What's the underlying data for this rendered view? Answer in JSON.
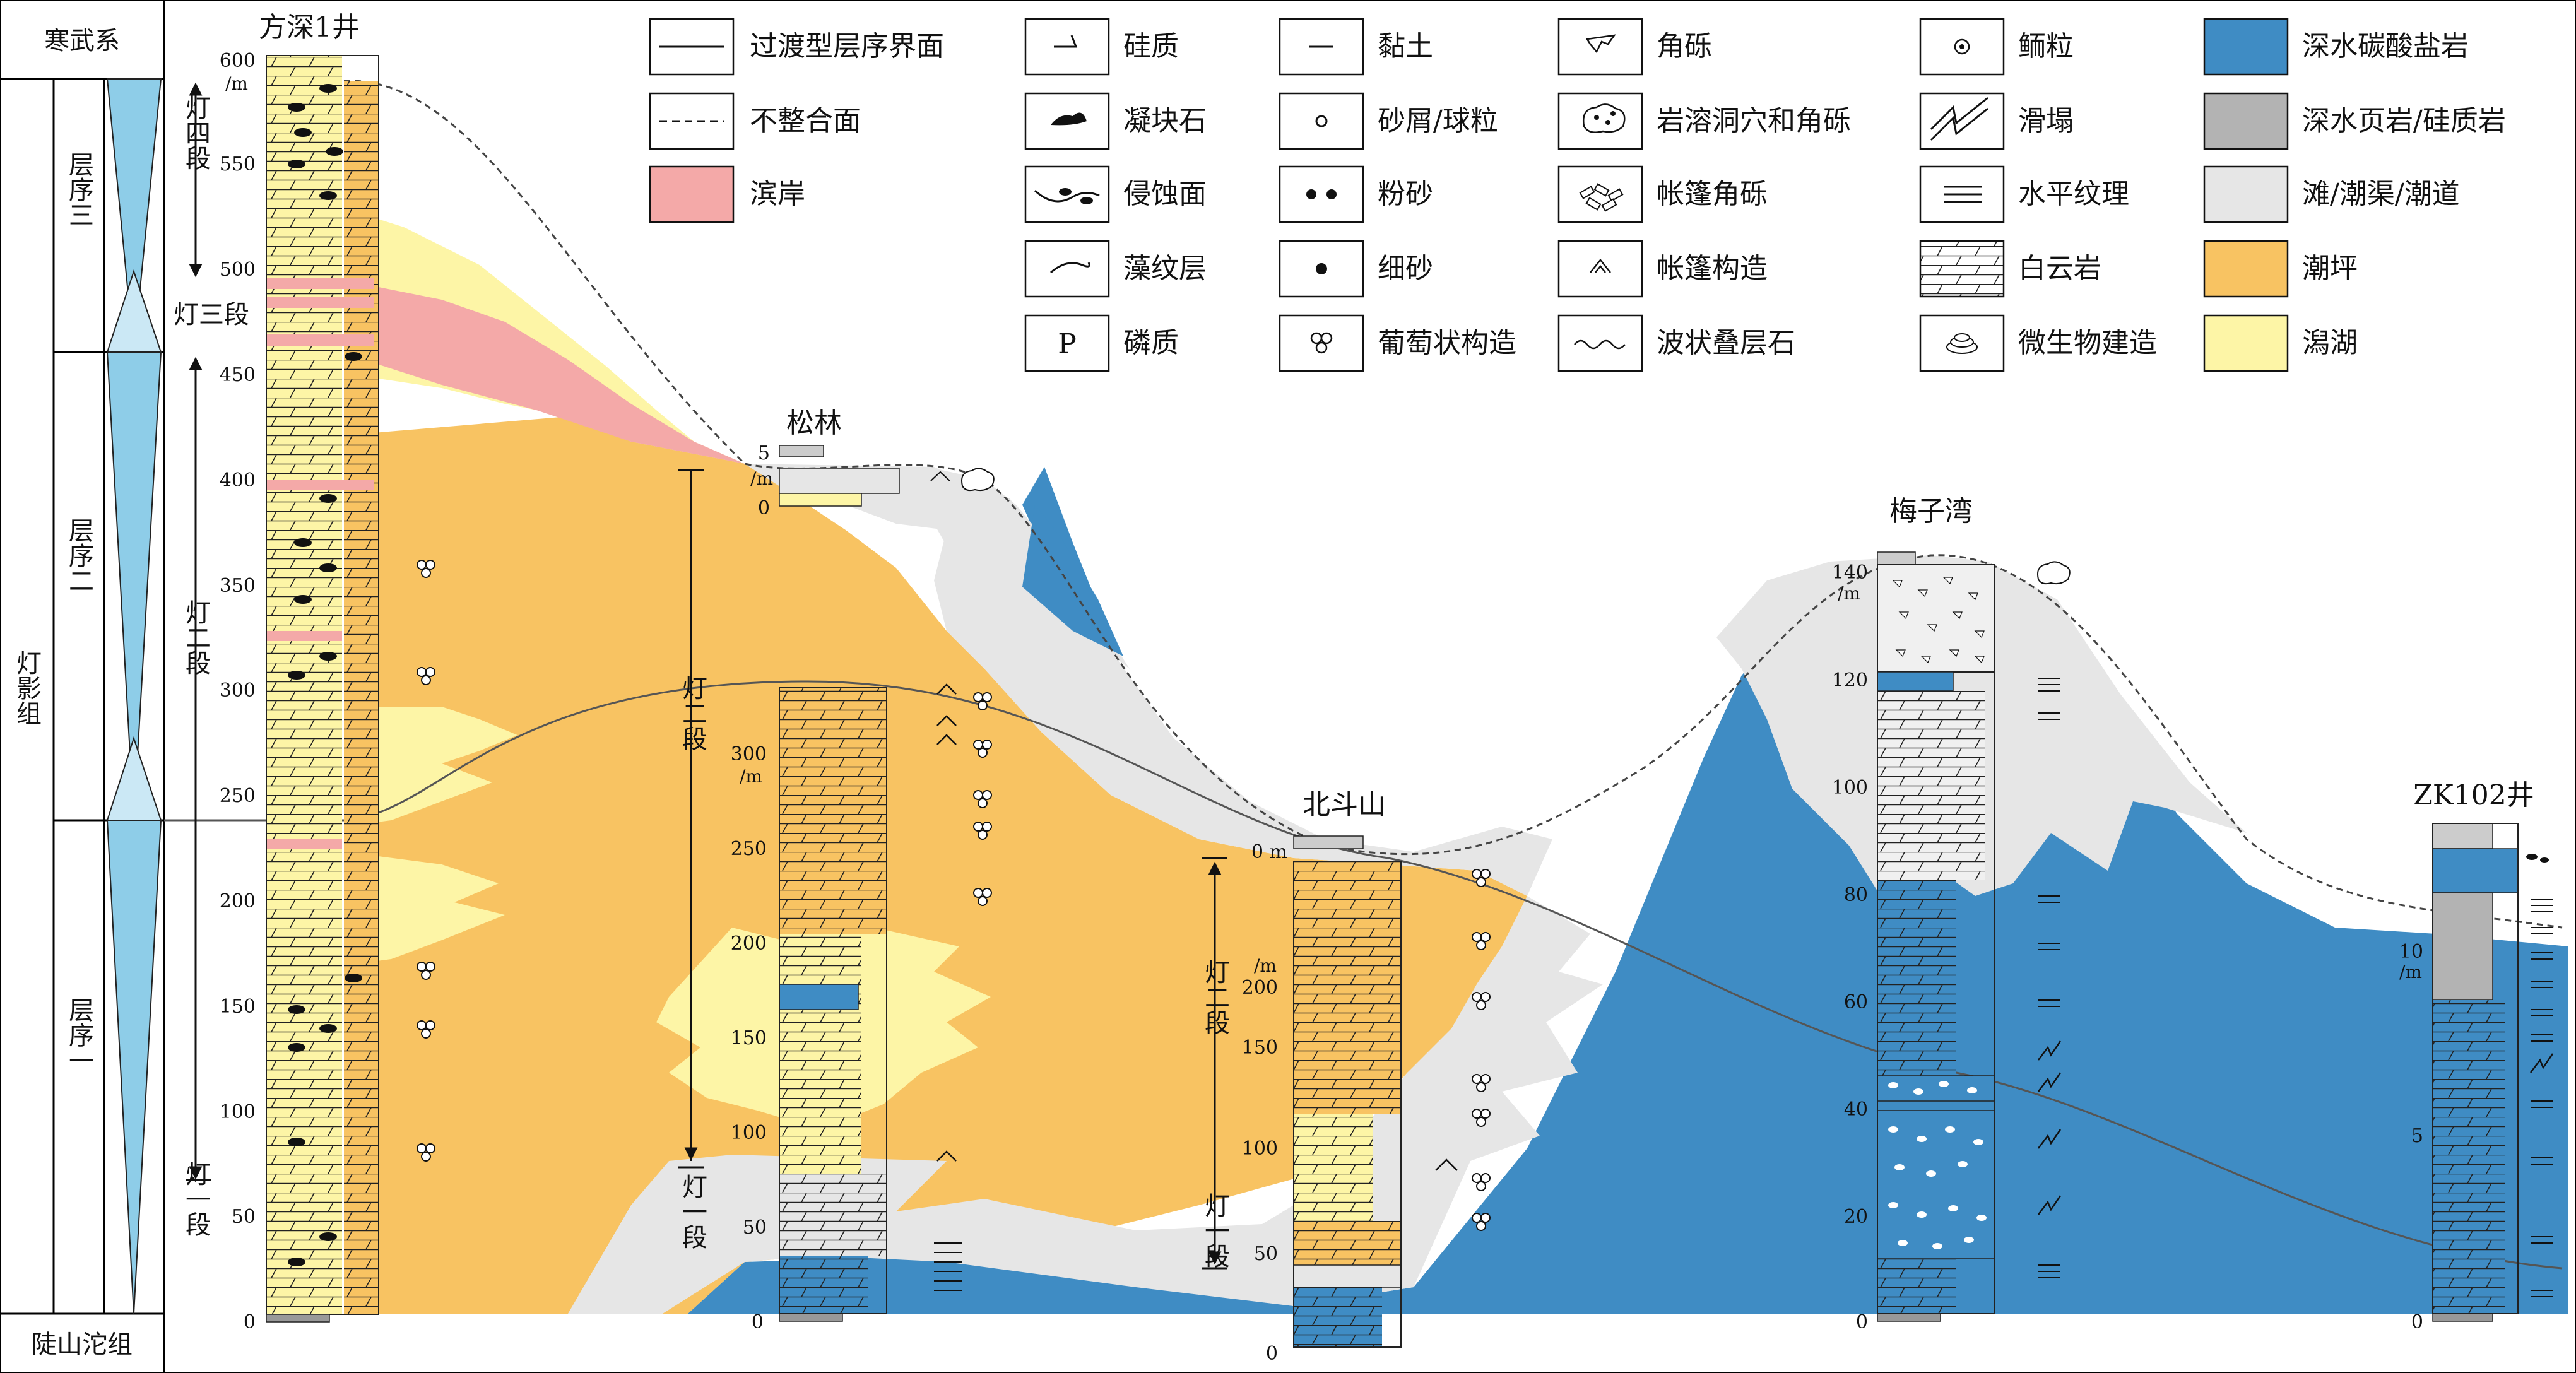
{
  "left_column": {
    "top_unit": "寒武系",
    "bottom_unit": "陡山沱组",
    "formation": "灯影组",
    "sequences": [
      {
        "id": "s3",
        "label": "层序三"
      },
      {
        "id": "s2",
        "label": "层序二"
      },
      {
        "id": "s1",
        "label": "层序一"
      }
    ]
  },
  "sections": {
    "fangshen": {
      "name": "方深1井",
      "unit": "/m",
      "ticks": [
        "600",
        "550",
        "500",
        "450",
        "400",
        "350",
        "300",
        "250",
        "200",
        "150",
        "100",
        "50",
        "0"
      ]
    },
    "songlin": {
      "name": "松林",
      "unit": "/m",
      "top_tick": "5",
      "bottom_tick": "0",
      "ticks": [
        "300",
        "250",
        "200",
        "150",
        "100",
        "50"
      ],
      "bottom_zero": "0"
    },
    "beidoushan": {
      "name": "北斗山",
      "top_label": "0 m",
      "unit": "/m",
      "ticks": [
        "200",
        "150",
        "100",
        "50"
      ],
      "bottom_zero": "0"
    },
    "meiziwan": {
      "name": "梅子湾",
      "unit": "/m",
      "ticks": [
        "140",
        "120",
        "100",
        "80",
        "60",
        "40",
        "20",
        "0"
      ]
    },
    "zk102": {
      "name": "ZK102井",
      "unit": "/m",
      "ticks": [
        "10",
        "5",
        "0"
      ]
    }
  },
  "member_labels": {
    "deng4": "灯四段",
    "deng3": "灯三段",
    "deng2": "灯二段",
    "deng1": "灯一段"
  },
  "legend": {
    "col1": [
      {
        "icon": "solid-line",
        "label": "过渡型层序界面"
      },
      {
        "icon": "dashed-line",
        "label": "不整合面"
      },
      {
        "icon": "pink-swatch",
        "label": "滨岸"
      }
    ],
    "col2": [
      {
        "icon": "siliceous",
        "label": "硅质"
      },
      {
        "icon": "thrombolite",
        "label": "凝块石"
      },
      {
        "icon": "erosion-surface",
        "label": "侵蚀面"
      },
      {
        "icon": "algal-lamination",
        "label": "藻纹层"
      },
      {
        "icon": "phosphatic",
        "label": "磷质",
        "glyph": "P"
      }
    ],
    "col3": [
      {
        "icon": "clay",
        "label": "黏土"
      },
      {
        "icon": "intraclast-pellet",
        "label": "砂屑/球粒"
      },
      {
        "icon": "silt",
        "label": "粉砂"
      },
      {
        "icon": "fine-sand",
        "label": "细砂"
      },
      {
        "icon": "botryoidal",
        "label": "葡萄状构造"
      }
    ],
    "col4": [
      {
        "icon": "breccia",
        "label": "角砾"
      },
      {
        "icon": "karst-cave-breccia",
        "label": "岩溶洞穴和角砾"
      },
      {
        "icon": "tepee-breccia",
        "label": "帐篷角砾"
      },
      {
        "icon": "tepee-structure",
        "label": "帐篷构造"
      },
      {
        "icon": "wavy-stromatolite",
        "label": "波状叠层石"
      }
    ],
    "col5": [
      {
        "icon": "ooid",
        "label": "鲕粒"
      },
      {
        "icon": "slump",
        "label": "滑塌"
      },
      {
        "icon": "horizontal-lamination",
        "label": "水平纹理"
      },
      {
        "icon": "dolomite",
        "label": "白云岩"
      },
      {
        "icon": "microbial-build",
        "label": "微生物建造"
      }
    ],
    "col6": [
      {
        "icon": "deep-carbonate-swatch",
        "label": "深水碳酸盐岩"
      },
      {
        "icon": "deep-shale-swatch",
        "label": "深水页岩/硅质岩"
      },
      {
        "icon": "shoal-swatch",
        "label": "滩/潮渠/潮道"
      },
      {
        "icon": "tidal-flat-swatch",
        "label": "潮坪"
      },
      {
        "icon": "lagoon-swatch",
        "label": "潟湖"
      }
    ]
  },
  "colors": {
    "deep_carbonate": "#3f8cc4",
    "deep_shale": "#b3b3b3",
    "shoal": "#e6e6e6",
    "tidal_flat": "#f8c362",
    "lagoon": "#fdf5a6",
    "shore": "#f4a9a8",
    "sequence_boundary": "#8ecde8",
    "frame": "#000000"
  }
}
